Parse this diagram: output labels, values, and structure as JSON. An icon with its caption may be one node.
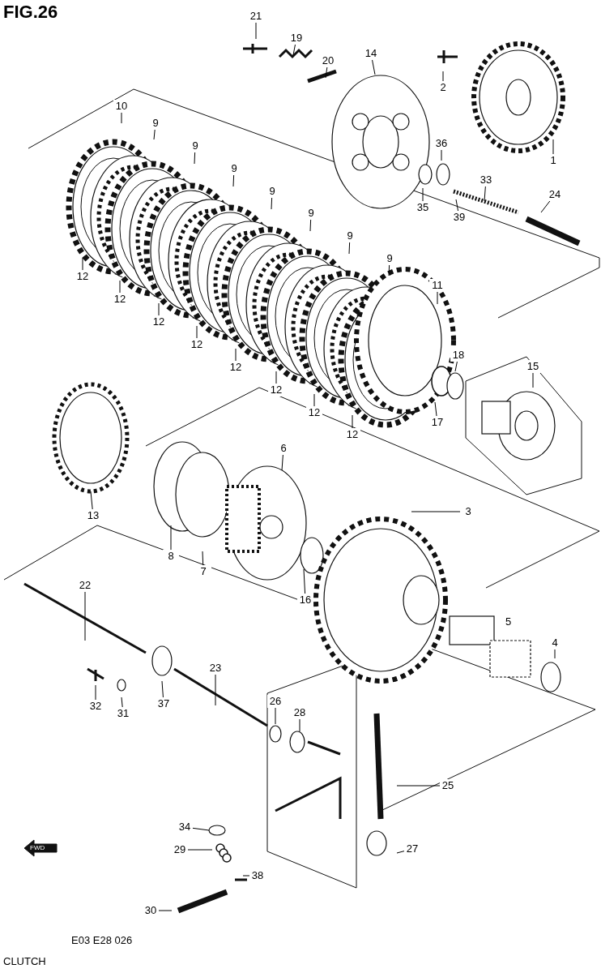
{
  "diagram": {
    "title": "FIG.26",
    "caption": "CLUTCH",
    "nodes": [
      {
        "text": [
          "21"
        ]
      },
      {
        "text": [
          "19"
        ]
      },
      {
        "text": [
          "14"
        ]
      },
      {
        "text": [
          "20"
        ]
      },
      {
        "text": [
          "2"
        ]
      },
      {
        "text": [
          "10"
        ]
      },
      {
        "text": [
          "9"
        ]
      },
      {
        "text": [
          "36"
        ]
      },
      {
        "text": [
          "9"
        ]
      },
      {
        "text": [
          "1"
        ]
      },
      {
        "text": [
          "9"
        ]
      },
      {
        "text": [
          "33"
        ]
      },
      {
        "text": [
          "9"
        ]
      },
      {
        "text": [
          "24"
        ]
      },
      {
        "text": [
          "35"
        ]
      },
      {
        "text": [
          "9"
        ]
      },
      {
        "text": [
          "39"
        ]
      },
      {
        "text": [
          "9"
        ]
      },
      {
        "text": [
          "9"
        ]
      },
      {
        "text": [
          "12"
        ]
      },
      {
        "text": [
          "11"
        ]
      },
      {
        "text": [
          "12"
        ]
      },
      {
        "text": [
          "12"
        ]
      },
      {
        "text": [
          "12"
        ]
      },
      {
        "text": [
          "18"
        ]
      },
      {
        "text": [
          "15"
        ]
      },
      {
        "text": [
          "12"
        ]
      },
      {
        "text": [
          "12"
        ]
      },
      {
        "text": [
          "12"
        ]
      },
      {
        "text": [
          "17"
        ]
      },
      {
        "text": [
          "12"
        ]
      },
      {
        "text": [
          "6"
        ]
      },
      {
        "text": [
          "3"
        ]
      },
      {
        "text": [
          "13"
        ]
      },
      {
        "text": [
          "8"
        ]
      },
      {
        "text": [
          "7"
        ]
      },
      {
        "text": [
          "22"
        ]
      },
      {
        "text": [
          "16"
        ]
      },
      {
        "text": [
          "4"
        ]
      },
      {
        "text": [
          "23"
        ]
      },
      {
        "text": [
          "37"
        ]
      },
      {
        "text": [
          "32"
        ]
      },
      {
        "text": [
          "26"
        ]
      },
      {
        "text": [
          "31"
        ]
      },
      {
        "text": [
          "28"
        ]
      },
      {
        "text": [
          "25"
        ]
      },
      {
        "text": [
          "34"
        ]
      },
      {
        "text": [
          "27"
        ]
      },
      {
        "text": [
          "29"
        ]
      },
      {
        "text": [
          "38"
        ]
      },
      {
        "text": [
          "30"
        ]
      }
    ],
    "edges": [
      {
        "from": 0,
        "to": null,
        "arrow": "none"
      },
      {
        "from": 1,
        "to": null,
        "arrow": "none"
      },
      {
        "from": 2,
        "to": null,
        "arrow": "none"
      },
      {
        "from": 3,
        "to": null,
        "arrow": "none"
      },
      {
        "from": 4,
        "to": null,
        "arrow": "none"
      },
      {
        "from": 5,
        "to": null,
        "arrow": "none"
      },
      {
        "from": 6,
        "to": null,
        "arrow": "none"
      },
      {
        "from": 7,
        "to": null,
        "arrow": "none"
      },
      {
        "from": 8,
        "to": null,
        "arrow": "none"
      },
      {
        "from": 9,
        "to": null,
        "arrow": "none"
      },
      {
        "from": 10,
        "to": null,
        "arrow": "none"
      },
      {
        "from": 11,
        "to": null,
        "arrow": "none"
      },
      {
        "from": 12,
        "to": null,
        "arrow": "none"
      },
      {
        "from": 13,
        "to": null,
        "arrow": "none"
      },
      {
        "from": 14,
        "to": null,
        "arrow": "none"
      },
      {
        "from": 15,
        "to": null,
        "arrow": "none"
      },
      {
        "from": 16,
        "to": null,
        "arrow": "none"
      },
      {
        "from": 17,
        "to": null,
        "arrow": "none"
      },
      {
        "from": 18,
        "to": null,
        "arrow": "none"
      },
      {
        "from": 19,
        "to": null,
        "arrow": "none"
      },
      {
        "from": 20,
        "to": null,
        "arrow": "none"
      },
      {
        "from": 21,
        "to": null,
        "arrow": "none"
      },
      {
        "from": 22,
        "to": null,
        "arrow": "none"
      },
      {
        "from": 23,
        "to": null,
        "arrow": "none"
      },
      {
        "from": 24,
        "to": null,
        "arrow": "none"
      },
      {
        "from": 25,
        "to": null,
        "arrow": "none"
      },
      {
        "from": 26,
        "to": null,
        "arrow": "none"
      },
      {
        "from": 27,
        "to": null,
        "arrow": "none"
      },
      {
        "from": 28,
        "to": null,
        "arrow": "none"
      },
      {
        "from": 29,
        "to": null,
        "arrow": "none"
      },
      {
        "from": 30,
        "to": null,
        "arrow": "none"
      },
      {
        "from": 31,
        "to": null,
        "arrow": "none"
      },
      {
        "from": 32,
        "to": null,
        "arrow": "none"
      },
      {
        "from": 33,
        "to": null,
        "arrow": "none"
      },
      {
        "from": 34,
        "to": null,
        "arrow": "none"
      },
      {
        "from": 35,
        "to": null,
        "arrow": "none"
      },
      {
        "from": 36,
        "to": null,
        "arrow": "none"
      },
      {
        "from": 37,
        "to": null,
        "arrow": "none"
      },
      {
        "from": 38,
        "to": null,
        "arrow": "none"
      },
      {
        "from": 39,
        "to": null,
        "arrow": "none"
      },
      {
        "from": 40,
        "to": null,
        "arrow": "none"
      },
      {
        "from": 41,
        "to": null,
        "arrow": "none"
      },
      {
        "from": 42,
        "to": null,
        "arrow": "none"
      },
      {
        "from": 43,
        "to": null,
        "arrow": "none"
      },
      {
        "from": 44,
        "to": null,
        "arrow": "none"
      },
      {
        "from": 45,
        "to": null,
        "arrow": "none"
      },
      {
        "from": 46,
        "to": null,
        "arrow": "none"
      },
      {
        "from": 47,
        "to": null,
        "arrow": "none"
      },
      {
        "from": 48,
        "to": null,
        "arrow": "none"
      },
      {
        "from": 49,
        "to": null,
        "arrow": "none"
      },
      {
        "from": 50,
        "to": null,
        "arrow": "none"
      }
    ],
    "labels": [
      "5",
      "FWD",
      "E03 E28 026"
    ]
  }
}
